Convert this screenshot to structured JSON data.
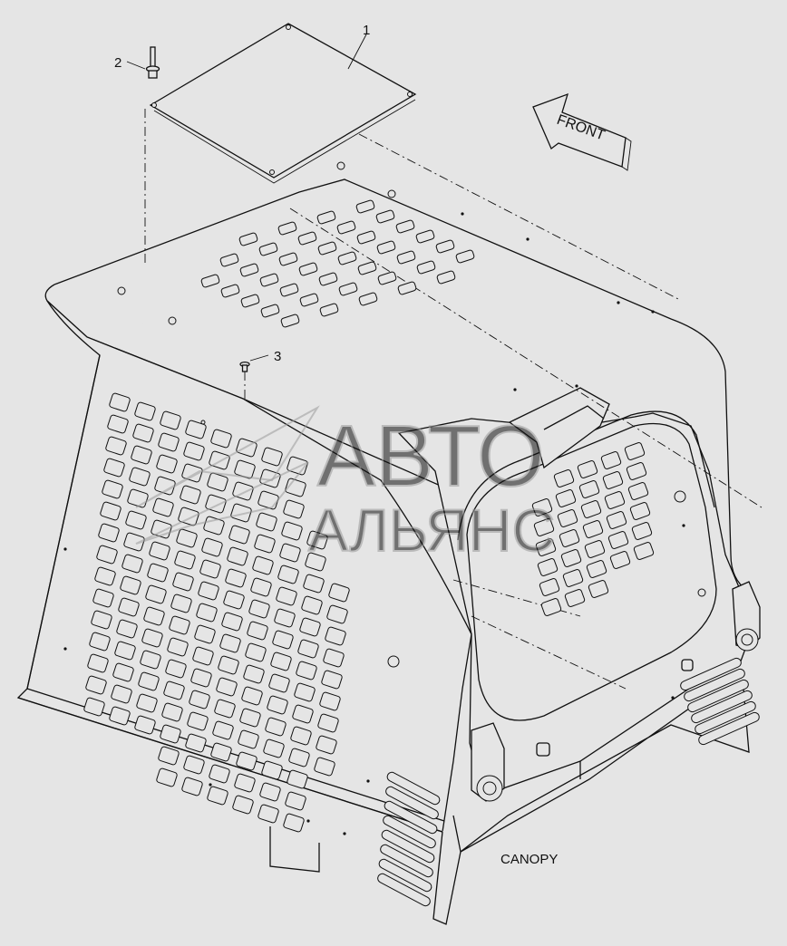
{
  "callouts": [
    {
      "id": "callout-1",
      "label": "1"
    },
    {
      "id": "callout-2",
      "label": "2"
    },
    {
      "id": "callout-3",
      "label": "3"
    }
  ],
  "front_arrow_label": "FRONT",
  "caption": "CANOPY",
  "watermark": {
    "line1": "АВТО",
    "line2": "АЛЬЯНС"
  },
  "colors": {
    "background": "#e5e5e5",
    "line": "#111111",
    "watermark": "#9a9a9a"
  }
}
